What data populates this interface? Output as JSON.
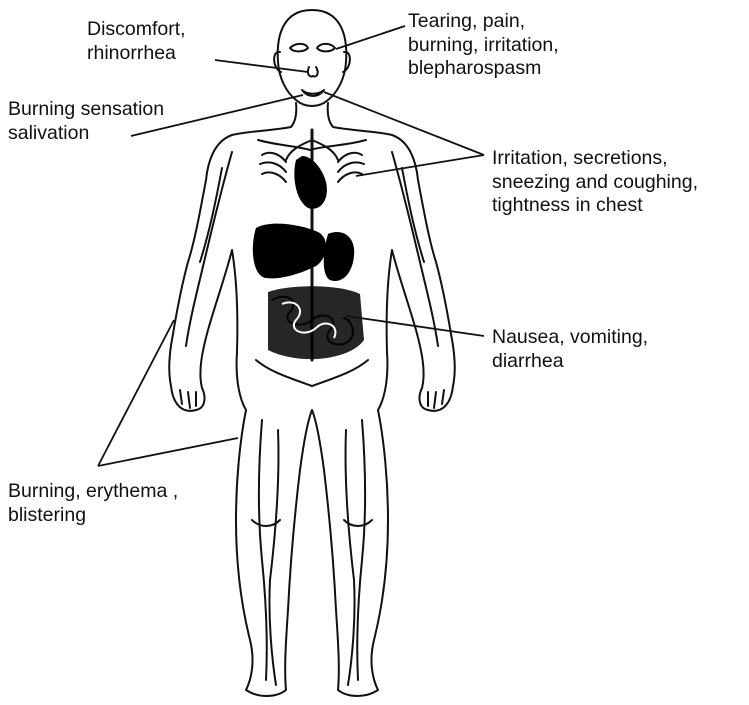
{
  "labels": {
    "eyes": {
      "lines": [
        "Tearing,  pain,",
        "burning,  irritation,",
        "blepharospasm"
      ]
    },
    "nose": {
      "lines": [
        "Discomfort,",
        "rhinorrhea"
      ]
    },
    "mouth": {
      "lines": [
        "Burning  sensation",
        "salivation"
      ]
    },
    "lungs": {
      "lines": [
        "Irritation,  secretions,",
        "sneezing and coughing,",
        "tightness in chest"
      ]
    },
    "gut": {
      "lines": [
        "Nausea,  vomiting,",
        "diarrhea"
      ]
    },
    "skin": {
      "lines": [
        "Burning,  erythema ,",
        "blistering"
      ]
    }
  },
  "colors": {
    "ink": "#111111",
    "organs": "#000000",
    "background": "#ffffff"
  }
}
